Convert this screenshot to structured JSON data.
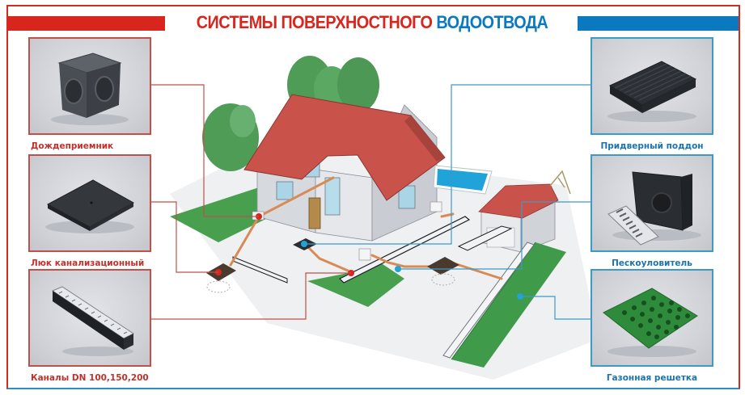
{
  "header": {
    "title_part1": "СИСТЕМЫ ПОВЕРХНОСТНОГО",
    "title_part2": "ВОДООТВОДА"
  },
  "colors": {
    "red_accent": "#d8261e",
    "blue_accent": "#0a79bf",
    "red_label": "#c5302a",
    "blue_label": "#1a74ad",
    "roof": "#c9534b",
    "grass": "#3f9a4a",
    "pipe": "#d98a55"
  },
  "left_products": [
    {
      "label": "Дождеприемник",
      "icon": "rain-inlet-box-icon"
    },
    {
      "label": "Люк канализационный",
      "icon": "manhole-cover-icon"
    },
    {
      "label": "Каналы DN 100,150,200",
      "icon": "drain-channel-icon"
    }
  ],
  "right_products": [
    {
      "label": "Придверный поддон",
      "icon": "door-mat-tray-icon"
    },
    {
      "label": "Пескоуловитель",
      "icon": "sand-trap-icon"
    },
    {
      "label": "Газонная решетка",
      "icon": "lawn-grid-icon"
    }
  ],
  "illustration": {
    "subject": "house-drainage-scene"
  }
}
